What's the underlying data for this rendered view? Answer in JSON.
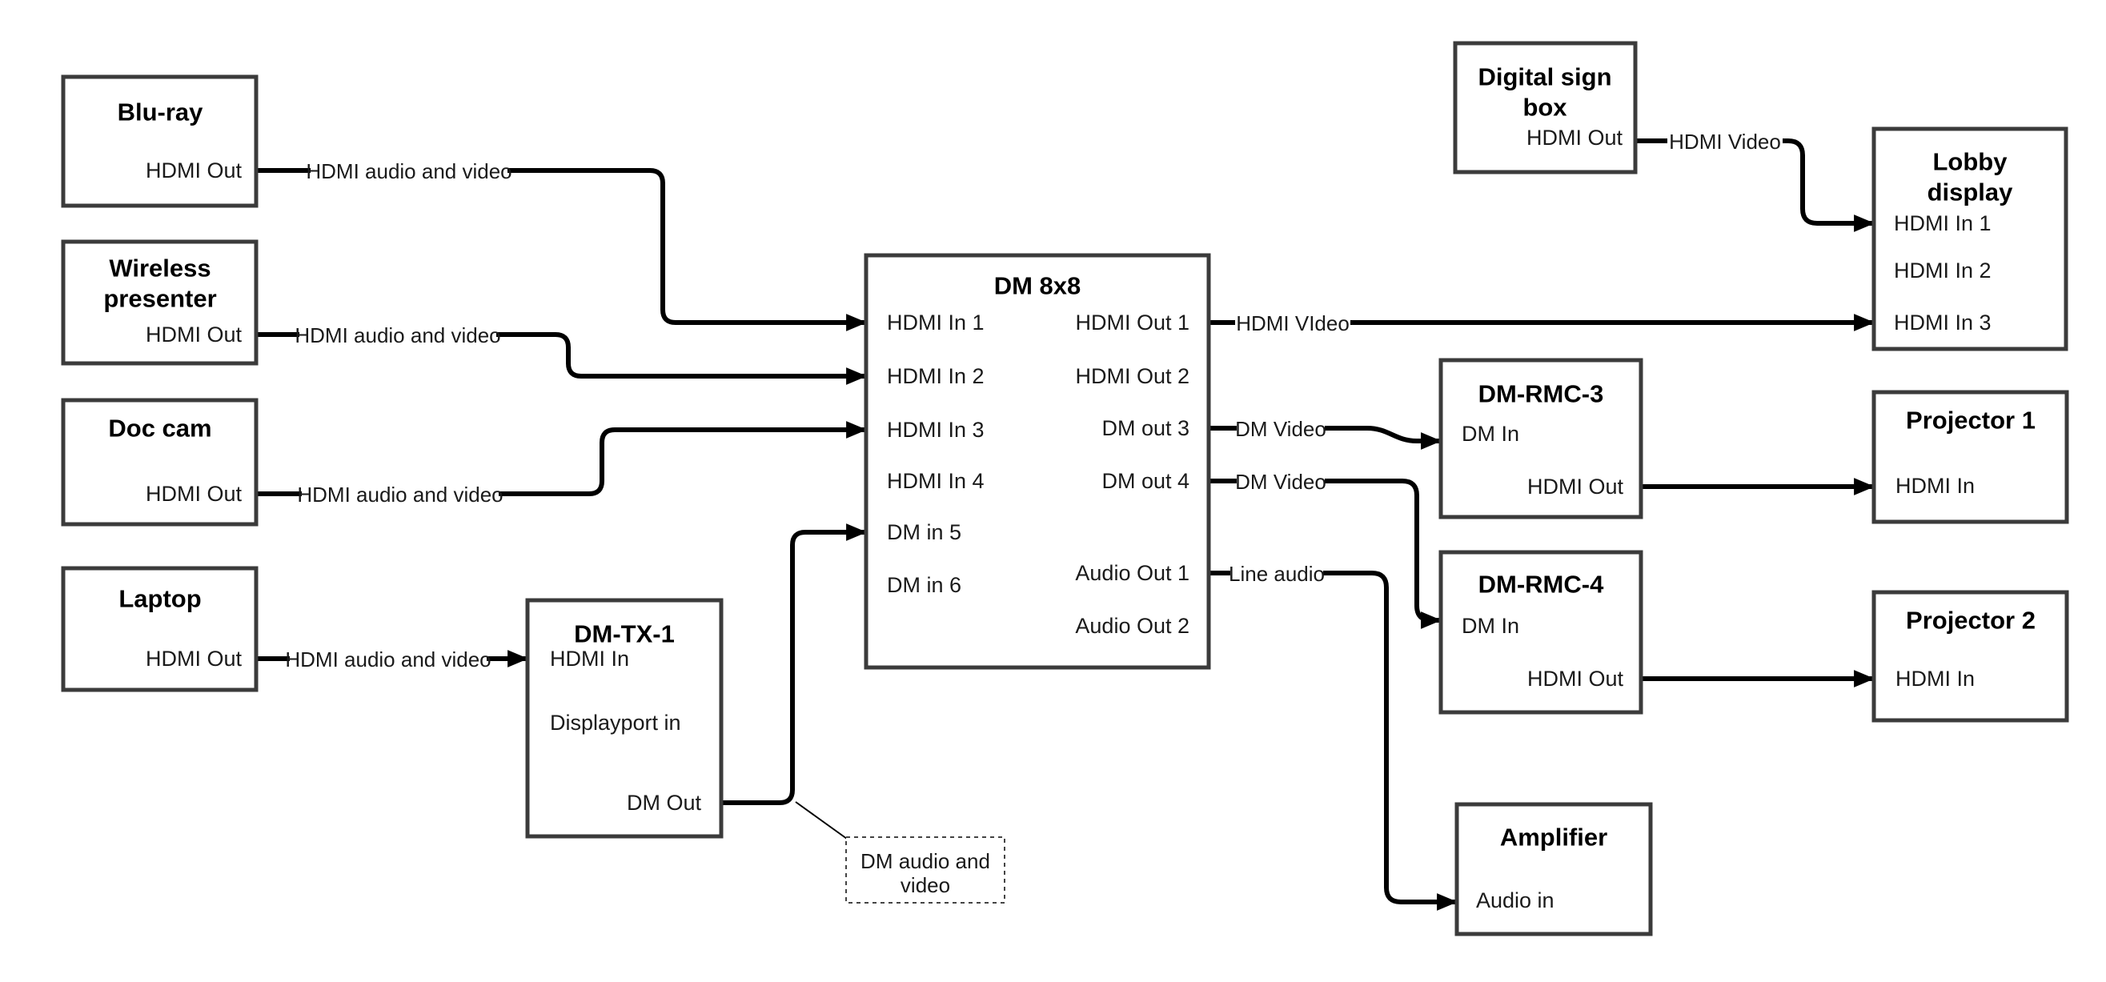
{
  "nodes": {
    "bluray": {
      "title": "Blu-ray",
      "port_hdmi_out": "HDMI Out"
    },
    "wireless_presenter": {
      "title_line1": "Wireless",
      "title_line2": "presenter",
      "port_hdmi_out": "HDMI Out"
    },
    "doc_cam": {
      "title": "Doc cam",
      "port_hdmi_out": "HDMI Out"
    },
    "laptop": {
      "title": "Laptop",
      "port_hdmi_out": "HDMI Out"
    },
    "dm_tx_1": {
      "title": "DM-TX-1",
      "port_hdmi_in": "HDMI In",
      "port_displayport_in": "Displayport in",
      "port_dm_out": "DM Out"
    },
    "dm_8x8": {
      "title": "DM 8x8",
      "port_hdmi_in_1": "HDMI In 1",
      "port_hdmi_in_2": "HDMI In 2",
      "port_hdmi_in_3": "HDMI In 3",
      "port_hdmi_in_4": "HDMI In 4",
      "port_dm_in_5": "DM in 5",
      "port_dm_in_6": "DM in 6",
      "port_hdmi_out_1": "HDMI Out 1",
      "port_hdmi_out_2": "HDMI Out 2",
      "port_dm_out_3": "DM out 3",
      "port_dm_out_4": "DM out 4",
      "port_audio_out_1": "Audio Out 1",
      "port_audio_out_2": "Audio Out 2"
    },
    "digital_sign_box": {
      "title_line1": "Digital sign",
      "title_line2": "box",
      "port_hdmi_out": "HDMI Out"
    },
    "lobby_display": {
      "title_line1": "Lobby",
      "title_line2": "display",
      "port_hdmi_in_1": "HDMI In 1",
      "port_hdmi_in_2": "HDMI In 2",
      "port_hdmi_in_3": "HDMI In 3"
    },
    "dm_rmc_3": {
      "title": "DM-RMC-3",
      "port_dm_in": "DM In",
      "port_hdmi_out": "HDMI Out"
    },
    "dm_rmc_4": {
      "title": "DM-RMC-4",
      "port_dm_in": "DM In",
      "port_hdmi_out": "HDMI Out"
    },
    "projector_1": {
      "title": "Projector 1",
      "port_hdmi_in": "HDMI In"
    },
    "projector_2": {
      "title": "Projector 2",
      "port_hdmi_in": "HDMI In"
    },
    "amplifier": {
      "title": "Amplifier",
      "port_audio_in": "Audio in"
    }
  },
  "edge_labels": {
    "bluray_to_dm8x8": "HDMI audio and video",
    "wireless_to_dm8x8": "HDMI audio and video",
    "doccam_to_dm8x8": "HDMI audio and video",
    "laptop_to_dmtx": "HDMI audio and video",
    "hdmi_out_1": "HDMI VIdeo",
    "dm_out_3": "DM Video",
    "dm_out_4": "DM Video",
    "audio_out_1": "Line audio",
    "sign_to_lobby": "HDMI Video"
  },
  "callout": {
    "line1": "DM audio and",
    "line2": "video"
  },
  "colors": {
    "line": "#000000",
    "box_border": "#3b3b3b",
    "text": "#1a1a1a",
    "background": "#ffffff"
  }
}
